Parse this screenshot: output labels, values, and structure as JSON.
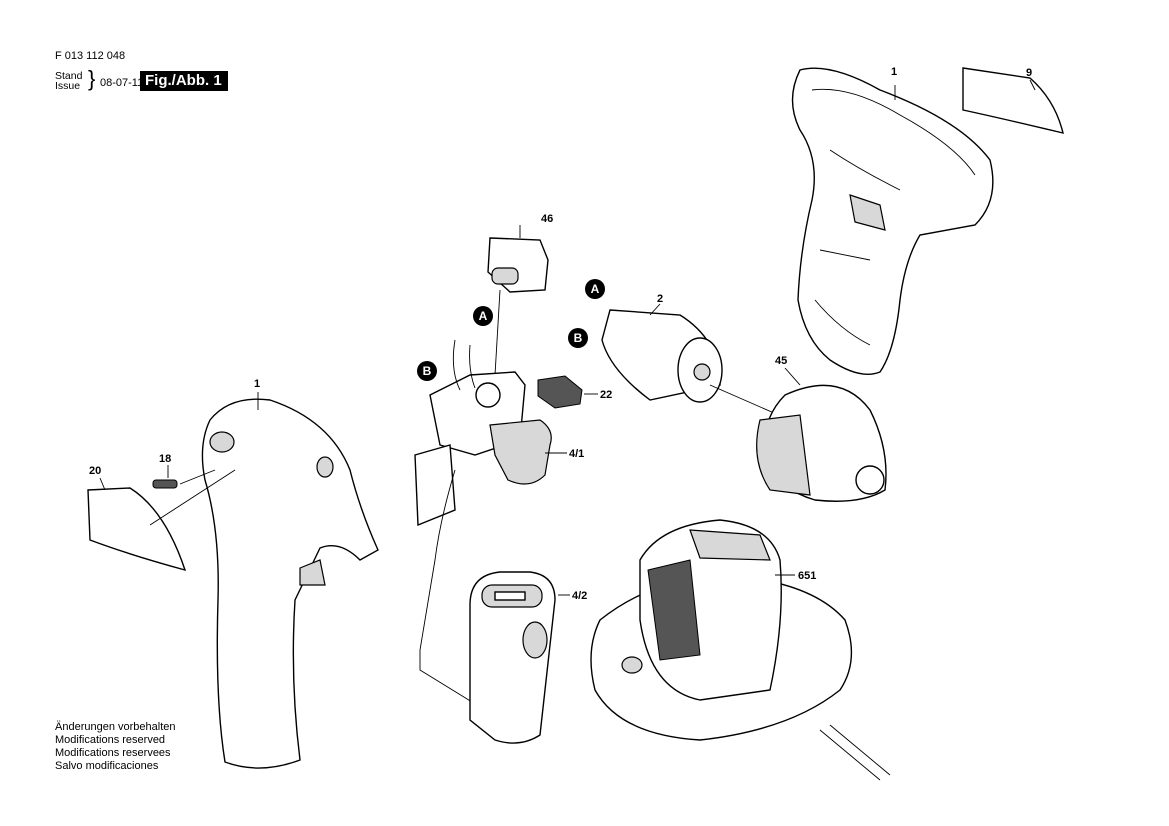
{
  "header": {
    "document_number": "F 013 112 048",
    "stand_label": "Stand",
    "issue_label": "Issue",
    "date": "08-07-11",
    "figure_label": "Fig./Abb. 1"
  },
  "notes": [
    "Änderungen vorbehalten",
    "Modifications reserved",
    "Modifications reservees",
    "Salvo modificaciones"
  ],
  "part_labels": {
    "housing_right": "1",
    "nameplate_right": "9",
    "switch_actuator": "46",
    "motor": "2",
    "gear_head": "45",
    "pad": "22",
    "switch": "4/1",
    "housing_left": "1",
    "screw": "18",
    "nameplate_left": "20",
    "charger": "651",
    "battery": "4/2"
  },
  "reference_markers": {
    "a_switch": "A",
    "b_switch": "B",
    "a_motor": "A",
    "b_motor": "B"
  }
}
